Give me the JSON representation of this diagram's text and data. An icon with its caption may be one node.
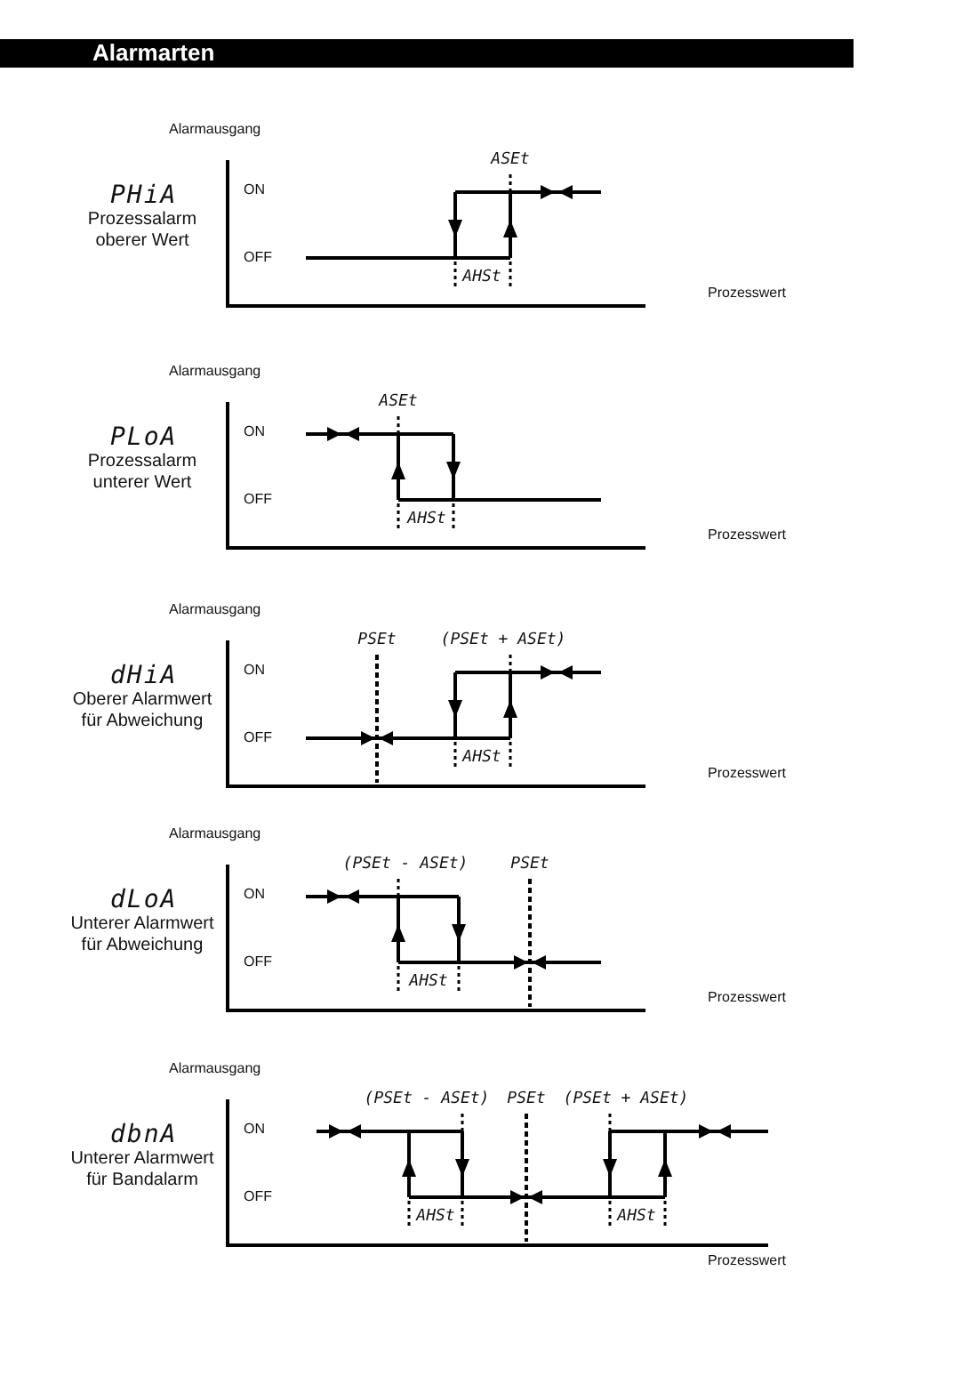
{
  "diagram": {
    "title": "Alarmarten",
    "labels": [
      "Alarmausgang",
      "PHiA",
      "Prozessalarm oberer Wert",
      "ASEt",
      "ON",
      "OFF",
      "AHSt",
      "Prozesswert",
      "Alarmausgang",
      "PLoA",
      "Prozessalarm unterer Wert",
      "ASEt",
      "ON",
      "OFF",
      "AHSt",
      "Prozesswert",
      "Alarmausgang",
      "dHiA",
      "Oberer Alarmwert für Abweichung",
      "PSEt",
      "(PSEt + ASEt)",
      "ON",
      "OFF",
      "AHSt",
      "Prozesswert",
      "Alarmausgang",
      "dLoA",
      "Unterer Alarmwert für Abweichung",
      "(PSEt - ASEt)",
      "PSEt",
      "ON",
      "OFF",
      "AHSt",
      "Prozesswert",
      "Alarmausgang",
      "dbnA",
      "Unterer Alarmwert für Bandalarm",
      "(PSEt - ASEt)",
      "PSEt",
      "(PSEt + ASEt)",
      "ON",
      "OFF",
      "AHSt",
      "AHSt",
      "Prozesswert"
    ]
  }
}
